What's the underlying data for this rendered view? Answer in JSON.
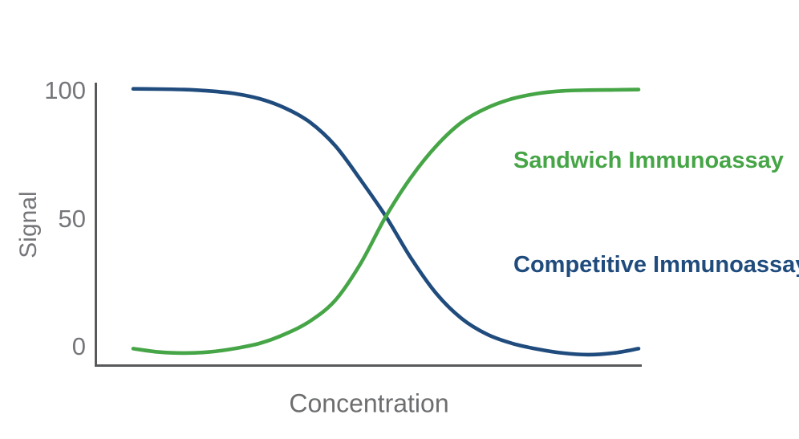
{
  "chart_data": {
    "type": "line",
    "title": "",
    "xlabel": "Concentration",
    "ylabel": "Signal",
    "x_axis": {
      "label": "Concentration",
      "tick_labels_shown": false,
      "x_percent": [
        0,
        5,
        10,
        15,
        20,
        25,
        30,
        35,
        40,
        45,
        50,
        55,
        60,
        65,
        70,
        75,
        80,
        85,
        90,
        95,
        100
      ]
    },
    "y_axis": {
      "label": "Signal",
      "ticks": [
        100,
        50,
        0
      ],
      "tick_labels": [
        "100",
        "50",
        "0"
      ],
      "range": [
        0,
        100
      ]
    },
    "grid": false,
    "legend_position": "inline-right",
    "series": [
      {
        "name": "Competitive Immunoassay",
        "color": "#1f4b7d",
        "shape": "decreasing sigmoid",
        "values": [
          99.8,
          99.7,
          99.5,
          99,
          98,
          96,
          92.5,
          87,
          78,
          65,
          51,
          35,
          21.5,
          12,
          6,
          2.5,
          0.3,
          -1.2,
          -1.8,
          -1.2,
          0.5
        ]
      },
      {
        "name": "Sandwich Immunoassay",
        "color": "#46a546",
        "shape": "increasing sigmoid",
        "values": [
          0.5,
          -0.8,
          -1.2,
          -0.8,
          0.5,
          2.5,
          6,
          11,
          19,
          33,
          51,
          66,
          78,
          87,
          92.5,
          96,
          98,
          99,
          99.3,
          99.4,
          99.5
        ]
      }
    ]
  },
  "colors": {
    "axis": "#58595b",
    "tick_text": "#75767a",
    "xlabel_text": "#6d6e70",
    "sandwich_green": "#46a546",
    "competitive_blue": "#1f4b7d"
  }
}
